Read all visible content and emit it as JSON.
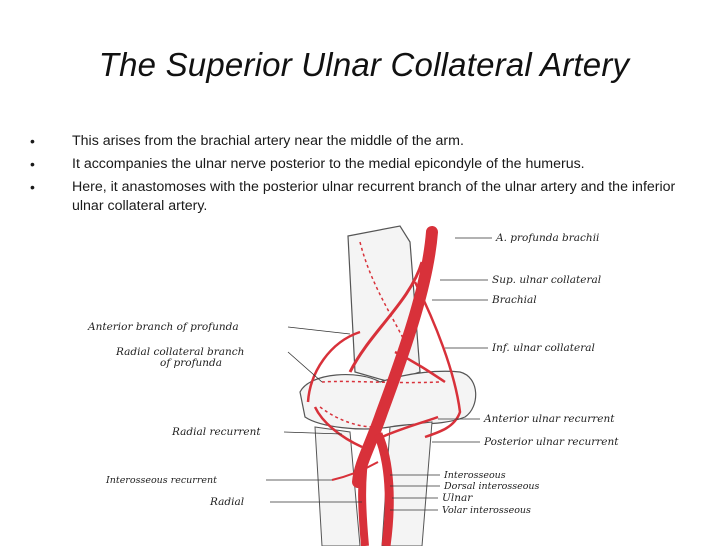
{
  "slide": {
    "title": "The Superior Ulnar Collateral Artery",
    "bullets": [
      "This arises from the brachial artery near the middle of the arm.",
      "It accompanies the ulnar nerve posterior to the medial epicondyle of the humerus.",
      "Here, it anastomoses with the posterior ulnar recurrent branch of the ulnar artery and the inferior ulnar collateral artery."
    ],
    "bullet_symbol": "•"
  },
  "figure": {
    "labels_right": {
      "profunda_brachii": "A. profunda brachii",
      "sup_ulnar_collateral": "Sup. ulnar collateral",
      "brachial": "Brachial",
      "inf_ulnar_collateral": "Inf. ulnar collateral",
      "anterior_ulnar_recurrent": "Anterior ulnar recurrent",
      "posterior_ulnar_recurrent": "Posterior ulnar recurrent",
      "interosseous": "Interosseous",
      "dorsal_interosseous": "Dorsal interosseous",
      "ulnar": "Ulnar",
      "volar_interosseous": "Volar interosseous"
    },
    "labels_left": {
      "anterior_branch_profunda": "Anterior branch of profunda",
      "radial_collateral_line1": "Radial collateral branch",
      "radial_collateral_line2": "of profunda",
      "radial_recurrent": "Radial recurrent",
      "interosseous_recurrent": "Interosseous recurrent",
      "radial": "Radial"
    },
    "colors": {
      "artery": "#d8313a",
      "bone_outline": "#555555",
      "bone_fill": "#f4f4f4"
    }
  }
}
